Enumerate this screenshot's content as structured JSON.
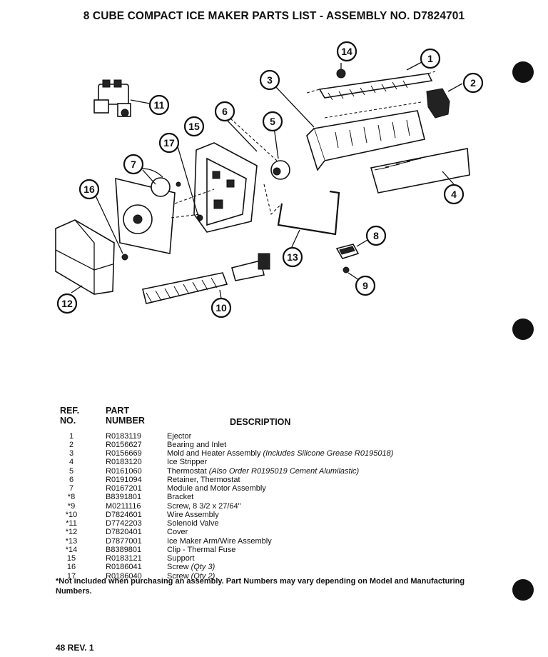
{
  "title": "8 CUBE COMPACT ICE MAKER PARTS LIST - ASSEMBLY NO. D7824701",
  "callouts": [
    "1",
    "2",
    "3",
    "4",
    "5",
    "6",
    "7",
    "8",
    "9",
    "10",
    "11",
    "12",
    "13",
    "14",
    "15",
    "16",
    "17"
  ],
  "table": {
    "headers": {
      "ref": "REF.\nNO.",
      "part": "PART\nNUMBER",
      "desc": "DESCRIPTION"
    },
    "rows": [
      {
        "ref": "1",
        "part": "R0183119",
        "desc": "Ejector",
        "note": ""
      },
      {
        "ref": "2",
        "part": "R0156627",
        "desc": "Bearing and Inlet",
        "note": ""
      },
      {
        "ref": "3",
        "part": "R0156669",
        "desc": "Mold and Heater Assembly",
        "note": "(Includes Silicone Grease R0195018)"
      },
      {
        "ref": "4",
        "part": "R0183120",
        "desc": "Ice Stripper",
        "note": ""
      },
      {
        "ref": "5",
        "part": "R0161060",
        "desc": "Thermostat",
        "note": "(Also Order R0195019 Cement Alumilastic)"
      },
      {
        "ref": "6",
        "part": "R0191094",
        "desc": "Retainer, Thermostat",
        "note": ""
      },
      {
        "ref": "7",
        "part": "R0167201",
        "desc": "Module and Motor Assembly",
        "note": ""
      },
      {
        "ref": "*8",
        "part": "B8391801",
        "desc": "Bracket",
        "note": ""
      },
      {
        "ref": "*9",
        "part": "M0211116",
        "desc": "Screw, 8 3/2 x 27/64\"",
        "note": ""
      },
      {
        "ref": "*10",
        "part": "D7824601",
        "desc": "Wire Assembly",
        "note": ""
      },
      {
        "ref": "*11",
        "part": "D7742203",
        "desc": "Solenoid Valve",
        "note": ""
      },
      {
        "ref": "*12",
        "part": "D7820401",
        "desc": "Cover",
        "note": ""
      },
      {
        "ref": "*13",
        "part": "D7877001",
        "desc": "Ice Maker Arm/Wire Assembly",
        "note": ""
      },
      {
        "ref": "*14",
        "part": "B8389801",
        "desc": "Clip - Thermal Fuse",
        "note": ""
      },
      {
        "ref": "15",
        "part": "R0183121",
        "desc": "Support",
        "note": ""
      },
      {
        "ref": "16",
        "part": "R0186041",
        "desc": "Screw",
        "note": "(Qty 3)"
      },
      {
        "ref": "17",
        "part": "R0186040",
        "desc": "Screw",
        "note": "(Qty 2)"
      }
    ]
  },
  "footnote": "*Not included when purchasing an assembly. Part Numbers may vary depending on Model and Manufacturing Numbers.",
  "page_number": "48 REV. 1"
}
